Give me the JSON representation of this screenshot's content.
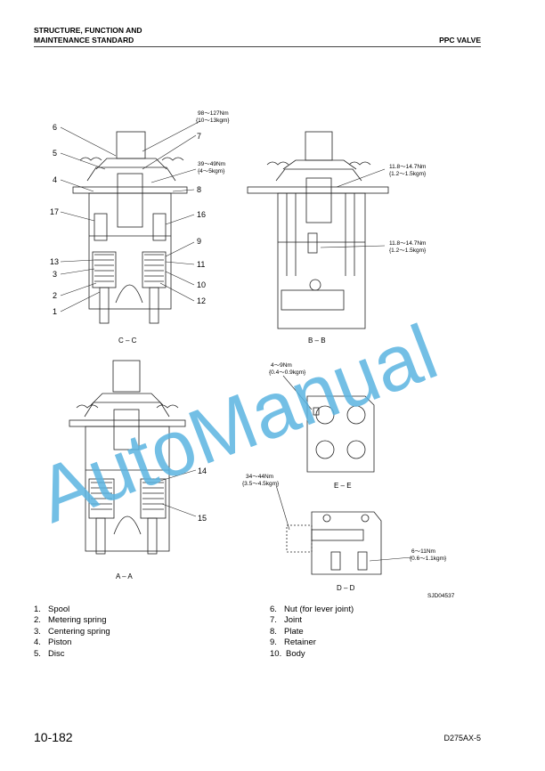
{
  "header": {
    "left_line1": "STRUCTURE, FUNCTION AND",
    "left_line2": "MAINTENANCE STANDARD",
    "right": "PPC VALVE"
  },
  "views": {
    "cc": "C – C",
    "bb": "B – B",
    "aa": "A – A",
    "ee": "E – E",
    "dd": "D – D"
  },
  "callouts": [
    "6",
    "5",
    "4",
    "17",
    "13",
    "3",
    "2",
    "1",
    "7",
    "8",
    "16",
    "9",
    "11",
    "10",
    "12",
    "14",
    "15"
  ],
  "torques": {
    "t1a": "98～127Nm",
    "t1b": "{10～13kgm}",
    "t2a": "39～49Nm",
    "t2b": "{4～5kgm}",
    "t3a": "11.8～14.7Nm",
    "t3b": "{1.2～1.5kgm}",
    "t4a": "11.8～14.7Nm",
    "t4b": "{1.2～1.5kgm}",
    "t5a": "4～9Nm",
    "t5b": "{0.4～0.9kgm}",
    "t6a": "34～44Nm",
    "t6b": "{3.5～4.5kgm}",
    "t7a": "6～11Nm",
    "t7b": "{0.6～1.1kgm}"
  },
  "drawing_code": "SJD04537",
  "legend_left": [
    {
      "num": "1.",
      "label": "Spool"
    },
    {
      "num": "2.",
      "label": "Metering spring"
    },
    {
      "num": "3.",
      "label": "Centering spring"
    },
    {
      "num": "4.",
      "label": "Piston"
    },
    {
      "num": "5.",
      "label": "Disc"
    }
  ],
  "legend_right": [
    {
      "num": "6.",
      "label": "Nut (for lever joint)"
    },
    {
      "num": "7.",
      "label": "Joint"
    },
    {
      "num": "8.",
      "label": "Plate"
    },
    {
      "num": "9.",
      "label": "Retainer"
    },
    {
      "num": "10.",
      "label": "Body"
    }
  ],
  "watermark": "AutoManual",
  "footer": {
    "page": "10-182",
    "model": "D275AX-5"
  },
  "colors": {
    "watermark": "#5ab4e0",
    "line": "#222222"
  }
}
